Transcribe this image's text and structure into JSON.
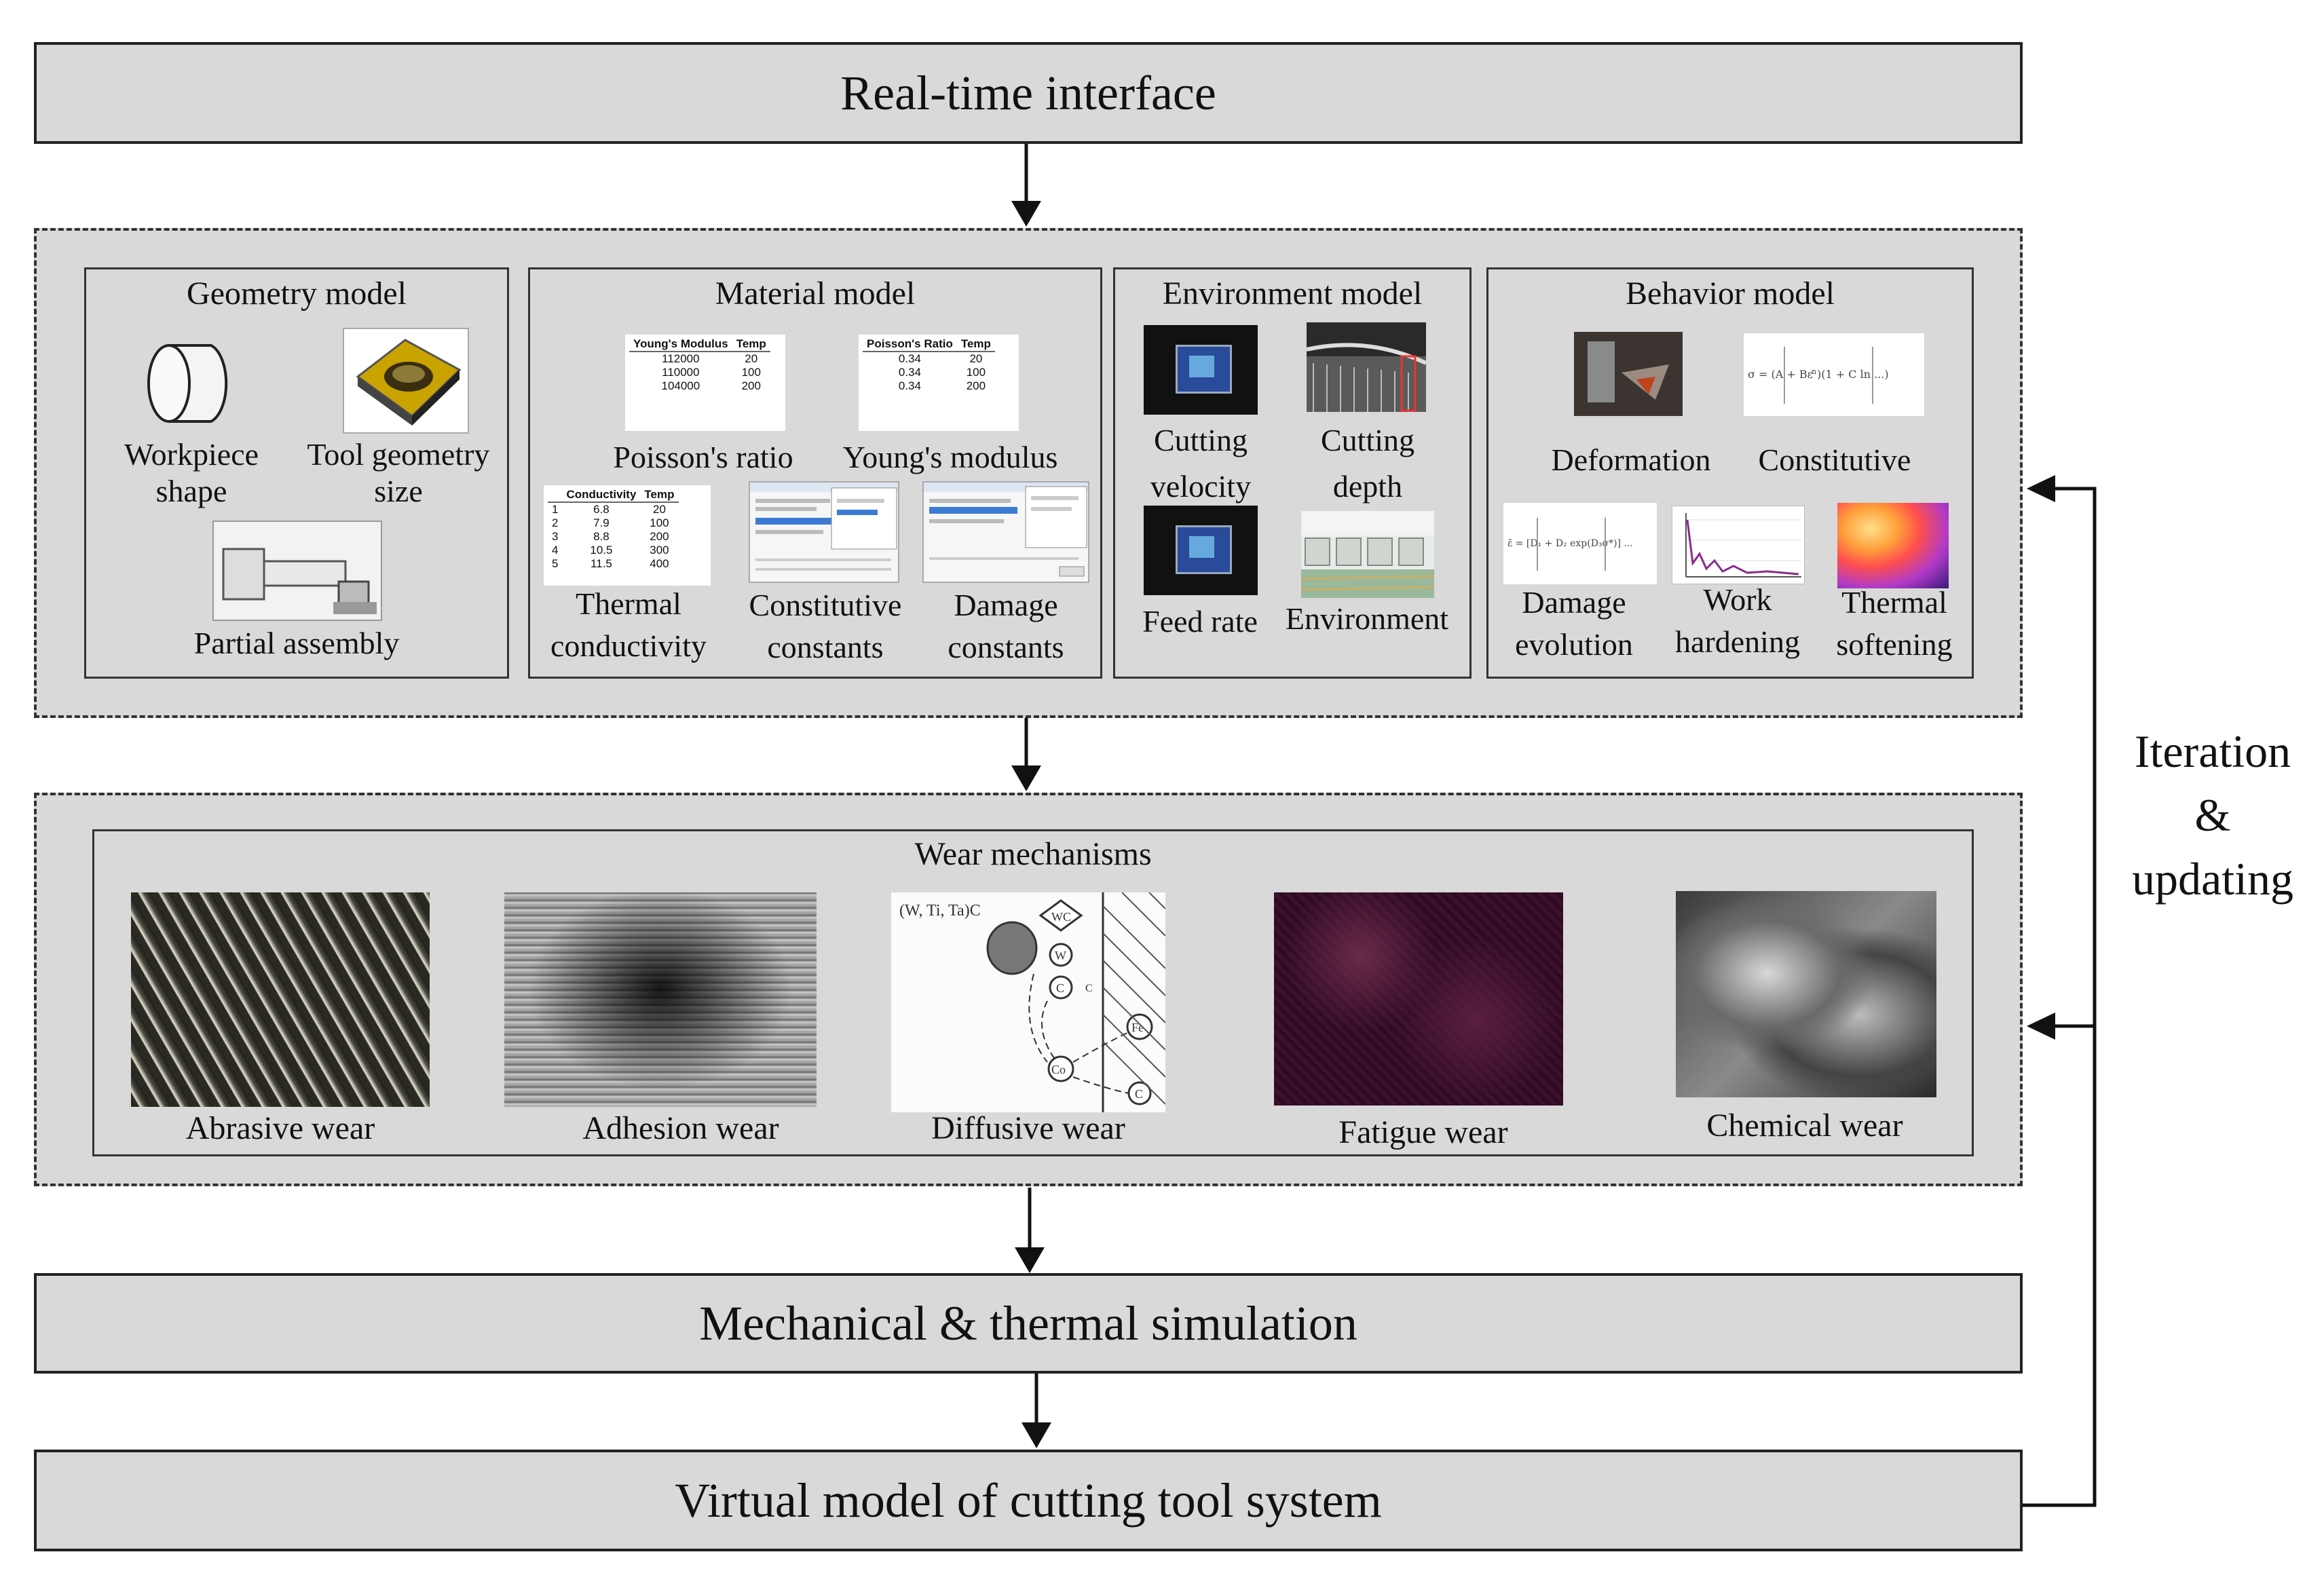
{
  "top_title": "Real-time interface",
  "models": {
    "geometry": {
      "title": "Geometry model",
      "workpiece": "Workpiece\nshape",
      "tool": "Tool geometry\nsize",
      "assembly": "Partial assembly"
    },
    "material": {
      "title": "Material model",
      "table1": {
        "headers": [
          "Young's Modulus",
          "Temp"
        ],
        "rows": [
          [
            "112000",
            "20"
          ],
          [
            "110000",
            "100"
          ],
          [
            "104000",
            "200"
          ]
        ]
      },
      "table2": {
        "headers": [
          "Poisson's Ratio",
          "Temp"
        ],
        "rows": [
          [
            "0.34",
            "20"
          ],
          [
            "0.34",
            "100"
          ],
          [
            "0.34",
            "200"
          ]
        ]
      },
      "table3": {
        "headers": [
          "",
          "Conductivity",
          "Temp"
        ],
        "rows": [
          [
            "1",
            "6.8",
            "20"
          ],
          [
            "2",
            "7.9",
            "100"
          ],
          [
            "3",
            "8.8",
            "200"
          ],
          [
            "4",
            "10.5",
            "300"
          ],
          [
            "5",
            "11.5",
            "400"
          ]
        ]
      },
      "label_poisson": "Poisson's ratio",
      "label_young": "Young's modulus",
      "label_thermal": "Thermal\nconductivity",
      "label_constitutive": "Constitutive\nconstants",
      "label_damage": "Damage\nconstants"
    },
    "environment": {
      "title": "Environment model",
      "velocity": "Cutting\nvelocity",
      "depth": "Cutting\ndepth",
      "feed": "Feed rate",
      "env": "Environment"
    },
    "behavior": {
      "title": "Behavior model",
      "deformation": "Deformation",
      "constitutive": "Constitutive",
      "damage": "Damage\nevolution",
      "hardening": "Work\nhardening",
      "softening": "Thermal\nsoftening"
    }
  },
  "wear": {
    "title": "Wear mechanisms",
    "items": [
      "Abrasive wear",
      "Adhesion wear",
      "Diffusive wear",
      "Fatigue wear",
      "Chemical wear"
    ],
    "diffusion_label": "(W, Ti, Ta)C",
    "diffusion_nodes": [
      "WC",
      "W",
      "C",
      "C",
      "Co",
      "Fe",
      "C"
    ]
  },
  "mech_title": "Mechanical & thermal simulation",
  "virtual_title": "Virtual model of cutting tool system",
  "side_label": "Iteration\n&\nupdating",
  "colors": {
    "box_fill": "#d9d9d9",
    "border": "#222222"
  }
}
